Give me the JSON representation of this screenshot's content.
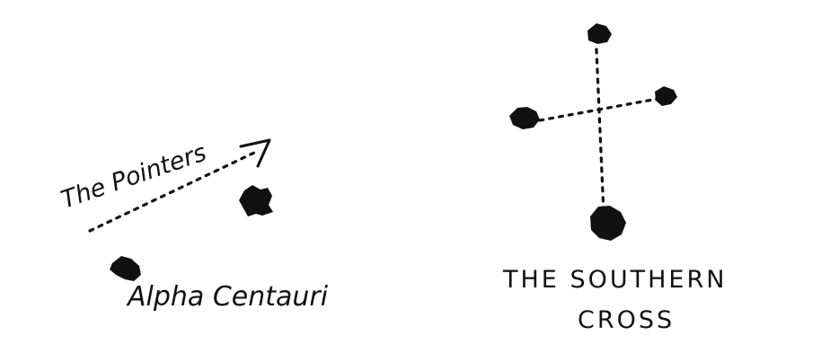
{
  "labels": {
    "pointers": "The Pointers",
    "alpha_centauri": "Alpha Centauri",
    "southern_cross_line1": "THE SOUTHERN",
    "southern_cross_line2": "CROSS"
  }
}
